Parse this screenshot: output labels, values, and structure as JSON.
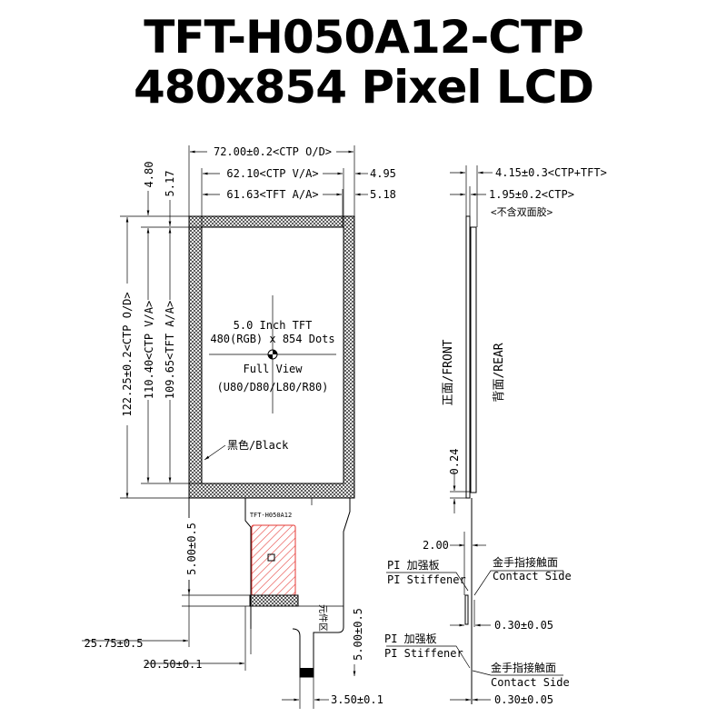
{
  "title": {
    "line1": "TFT-H050A12-CTP",
    "line2": "480x854 Pixel LCD"
  },
  "front_view": {
    "width_ctp_od": "72.00±0.2<CTP O/D>",
    "width_ctp_va": "62.10<CTP V/A>",
    "width_tft_aa": "61.63<TFT A/A>",
    "margin_right_va": "4.95",
    "margin_right_aa": "5.18",
    "margin_top_va": "4.80",
    "margin_top_aa": "5.17",
    "height_ctp_od": "122.25±0.2<CTP O/D>",
    "height_ctp_va": "110.40<CTP V/A>",
    "height_tft_aa": "109.65<TFT A/A>",
    "center_lines": [
      "5.0 Inch TFT",
      "480(RGB) x 854 Dots",
      "Full View",
      "(U80/D80/L80/R80)"
    ],
    "border_label": "黑色/Black"
  },
  "fpc": {
    "label": "TFT-H050A12",
    "component_area": "元件区",
    "dim_stiffener_left": "5.00±0.5",
    "dim_stiffener_right": "5.00±0.5",
    "dim_length": "25.75±0.5",
    "dim_width": "20.50±0.1",
    "dim_tail": "3.50±0.1",
    "red_color": "#e53935"
  },
  "side_view": {
    "thickness_total": "4.15±0.3<CTP+TFT>",
    "thickness_ctp": "1.95±0.2<CTP>",
    "thickness_note": "<不含双面胶>",
    "front_label": "正面/FRONT",
    "rear_label": "背面/REAR",
    "gap": "0.24",
    "tail_offset": "2.00",
    "stiffener_cn_1": "PI 加强板",
    "stiffener_en_1": "PI Stiffener",
    "contact_cn_1": "金手指接触面",
    "contact_en_1": "Contact Side",
    "thickness_fpc_1": "0.30±0.05",
    "stiffener_cn_2": "PI 加强板",
    "stiffener_en_2": "PI Stiffener",
    "contact_cn_2": "金手指接触面",
    "contact_en_2": "Contact Side",
    "thickness_fpc_2": "0.30±0.05"
  }
}
